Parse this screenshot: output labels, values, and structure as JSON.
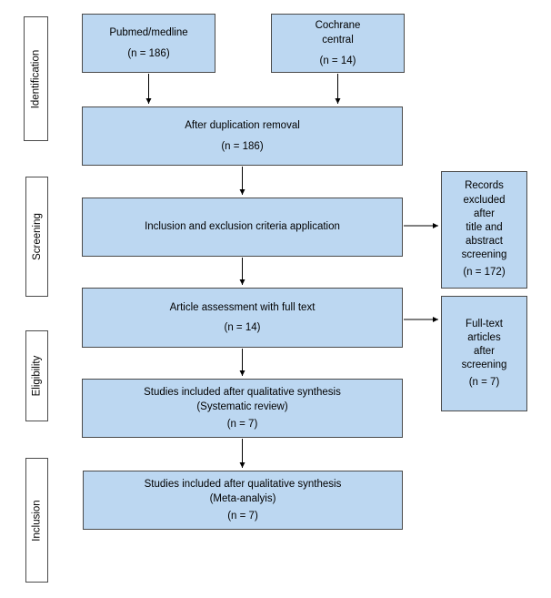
{
  "palette": {
    "box_fill": "#bcd7f1",
    "box_border": "#4a4a4a",
    "label_fill": "#ffffff",
    "text_color": "#000000",
    "arrow_color": "#000000"
  },
  "stages": [
    {
      "label": "Identification"
    },
    {
      "label": "Screening"
    },
    {
      "label": "Eligibility"
    },
    {
      "label": "Inclusion"
    }
  ],
  "boxes": {
    "pubmed": {
      "lines": [
        "Pubmed/medline"
      ],
      "count": "(n = 186)"
    },
    "cochrane": {
      "lines": [
        "Cochrane",
        "central"
      ],
      "count": "(n = 14)"
    },
    "dedup": {
      "lines": [
        "After duplication removal"
      ],
      "count": "(n = 186)"
    },
    "criteria": {
      "lines": [
        "Inclusion and exclusion criteria application"
      ]
    },
    "fulltext_assessment": {
      "lines": [
        "Article assessment with full text"
      ],
      "count": "(n = 14)"
    },
    "records_excluded": {
      "lines": [
        "Records",
        "excluded",
        "after",
        "title and",
        "abstract",
        "screening"
      ],
      "count": "(n = 172)"
    },
    "fulltext_after_screening": {
      "lines": [
        "Full-text",
        "articles",
        "after",
        "screening"
      ],
      "count": "(n = 7)"
    },
    "qualitative_systematic": {
      "lines": [
        "Studies included after qualitative synthesis",
        "(Systematic review)"
      ],
      "count": "(n = 7)"
    },
    "qualitative_meta": {
      "lines": [
        "Studies included after qualitative synthesis",
        "(Meta-analyis)"
      ],
      "count": "(n = 7)"
    }
  }
}
